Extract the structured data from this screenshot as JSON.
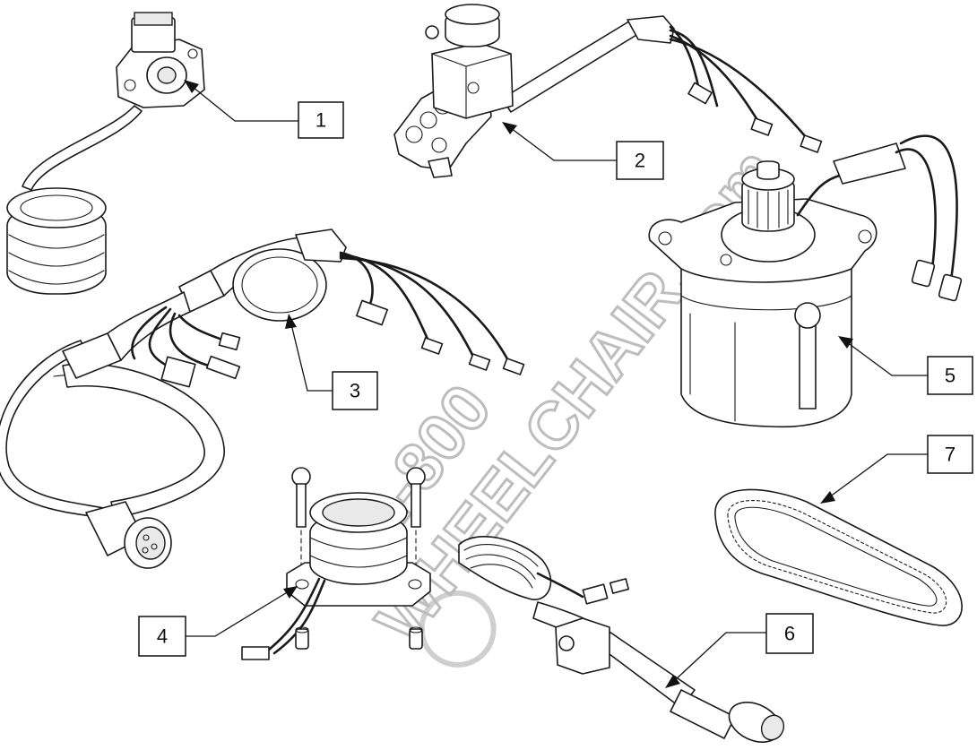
{
  "watermark": {
    "line1": "1-800",
    "line2": "WHEELCHAIR.com"
  },
  "callouts": [
    {
      "id": "1",
      "label": "1"
    },
    {
      "id": "2",
      "label": "2"
    },
    {
      "id": "3",
      "label": "3"
    },
    {
      "id": "4",
      "label": "4"
    },
    {
      "id": "5",
      "label": "5"
    },
    {
      "id": "6",
      "label": "6"
    },
    {
      "id": "7",
      "label": "7"
    }
  ],
  "parts": [
    {
      "callout": "1",
      "icon": "position-sensor-with-coiled-cable-icon"
    },
    {
      "callout": "2",
      "icon": "actuator-bracket-with-wire-harness-icon"
    },
    {
      "callout": "3",
      "icon": "wiring-harness-with-connectors-icon"
    },
    {
      "callout": "4",
      "icon": "encoder-sensor-with-screws-icon"
    },
    {
      "callout": "5",
      "icon": "electric-motor-icon"
    },
    {
      "callout": "6",
      "icon": "joystick-lever-with-cable-icon"
    },
    {
      "callout": "7",
      "icon": "toothed-drive-belt-icon"
    }
  ]
}
